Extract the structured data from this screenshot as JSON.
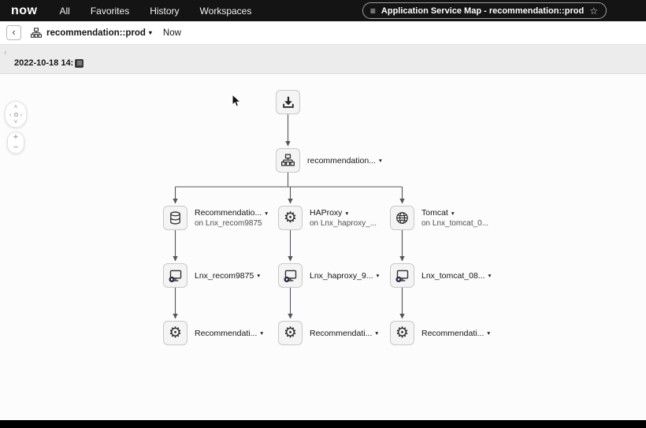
{
  "icons": {
    "menu": "≡",
    "star": "☆",
    "caret_down": "▾",
    "chevron_left": "‹",
    "compass_up": "˄",
    "compass_down": "˅",
    "compass_left": "‹",
    "compass_right": "›",
    "zoom_in": "+",
    "zoom_out": "−",
    "gear": "⚙"
  },
  "topnav": {
    "logo": "now",
    "items": [
      "All",
      "Favorites",
      "History",
      "Workspaces"
    ],
    "title_pill": "Application Service Map - recommendation::prod"
  },
  "toolbar": {
    "service_name": "recommendation::prod",
    "now_label": "Now"
  },
  "timebar": {
    "timestamp": "2022-10-18 14:"
  },
  "map": {
    "service": {
      "label": "recommendation..."
    },
    "applications": [
      {
        "label": "Recommendatio...",
        "host": "on Lnx_recom9875",
        "icon": "database-icon"
      },
      {
        "label": "HAProxy",
        "host": "on Lnx_haproxy_...",
        "icon": "gear-icon"
      },
      {
        "label": "Tomcat",
        "host": "on Lnx_tomcat_0...",
        "icon": "globe-icon"
      }
    ],
    "servers": [
      {
        "label": "Lnx_recom9875"
      },
      {
        "label": "Lnx_haproxy_9..."
      },
      {
        "label": "Lnx_tomcat_08..."
      }
    ],
    "processes": [
      {
        "label": "Recommendati..."
      },
      {
        "label": "Recommendati..."
      },
      {
        "label": "Recommendati..."
      }
    ]
  },
  "colors": {
    "topnav_bg": "#141414",
    "connector": "#55565b",
    "node_bg": "#f4f4f4",
    "node_border": "#c9c9c9"
  }
}
